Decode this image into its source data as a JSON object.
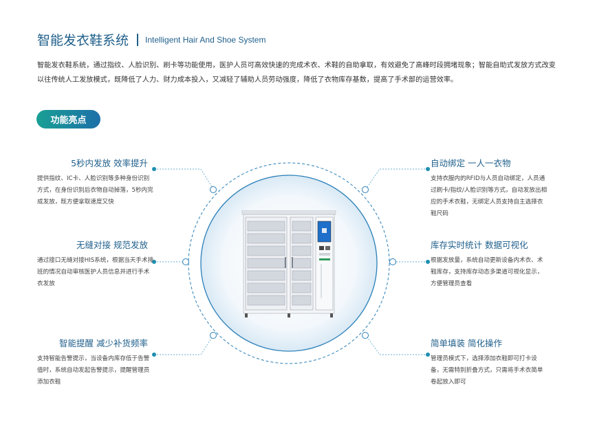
{
  "header": {
    "title_cn": "智能发衣鞋系统",
    "title_en": "Intelligent Hair And Shoe System"
  },
  "intro": "智能发衣鞋系统，通过指纹、人脸识别、刷卡等功能使用，医护人员可高效快速的完成术衣、术鞋的自助拿取，有效避免了高峰时段拥堵现象；智能自助式发放方式改变以往传统人工发放模式，既降低了人力、财力成本投入，又减轻了辅助人员劳动强度，降低了衣物库存基数，提高了手术部的运营效率。",
  "badge": "功能亮点",
  "features": {
    "left": [
      {
        "title": "5秒内发放  效率提升",
        "desc": "提供指纹、IC卡、人脸识别等多种身份识别方式，在身份识别后衣物自动掉落，5秒内完成发放，既方便拿取速度又快"
      },
      {
        "title": "无缝对接  规范发放",
        "desc": "通过接口无缝对接HIS系统，根据当天手术排班的情况自动审核医护人员信息并进行手术衣发放"
      },
      {
        "title": "智能提醒  减少补货频率",
        "desc": "支持智能告警提示，当设备内库存低于告警值时，系统自动发起告警提示，提醒管理员添加衣鞋"
      }
    ],
    "right": [
      {
        "title": "自动绑定  一人一衣物",
        "desc": "支持衣服内的RFID与人员自动绑定，人员通过刷卡/指纹/人脸识别等方式，自动发放出相应的手术衣鞋，无绑定人员支持自主选择衣鞋尺码"
      },
      {
        "title": "库存实时统计  数据可视化",
        "desc": "根据发放量，系统自动更新设备内术衣、术鞋库存，支持库存动态多渠道可视化显示，方便管理员查看"
      },
      {
        "title": "简单填装  简化操作",
        "desc": "管理员模式下，选择添加衣鞋即可打卡设备，无需特别折叠方式，只需将手术衣简单卷起放入即可"
      }
    ]
  },
  "colors": {
    "accent_blue": "#1f5f8b",
    "accent_teal": "#1aa094",
    "ring": "#2a7fb8",
    "dot": "#1c8fb0"
  },
  "icons": {
    "machine": "locker-cabinet-icon"
  }
}
